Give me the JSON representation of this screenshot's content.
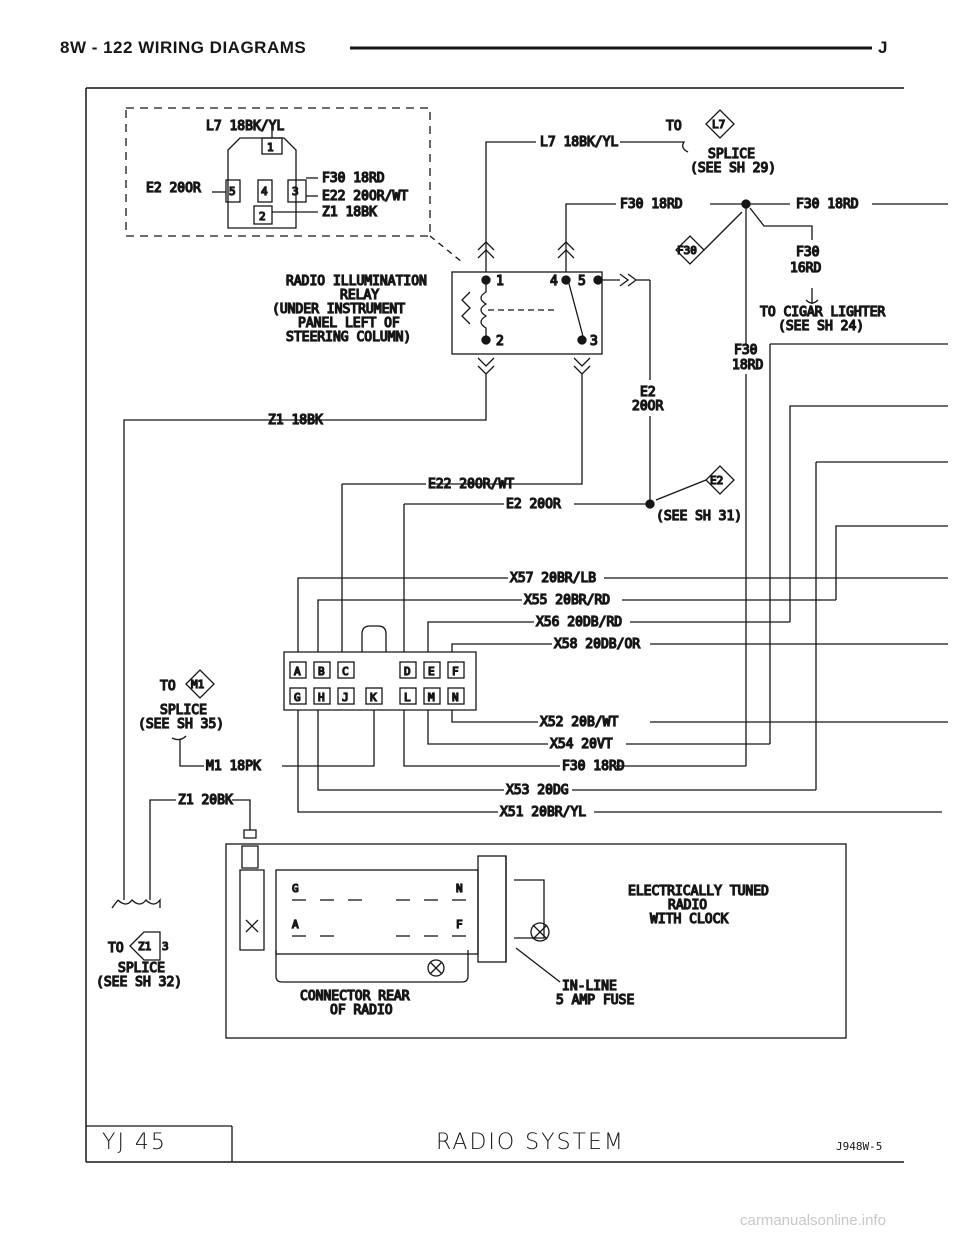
{
  "header": {
    "title": "8W - 122  WIRING DIAGRAMS",
    "right_mark": "J"
  },
  "relay": {
    "inset_wires": {
      "top": "L7 18BK/YL",
      "left": "E2 20OR",
      "f30": "F30 18RD",
      "e22": "E22 20OR/WT",
      "z1": "Z1 18BK"
    },
    "inset_pins": [
      "1",
      "5",
      "4",
      "3",
      "2"
    ],
    "name_lines": [
      "RADIO ILLUMINATION",
      "RELAY",
      "(UNDER INSTRUMENT",
      "PANEL LEFT OF",
      "STEERING COLUMN)"
    ],
    "pins": {
      "p1": "1",
      "p4": "4",
      "p5": "5",
      "p2": "2",
      "p3": "3"
    }
  },
  "splices": {
    "l7_to": "TO",
    "l7_code": "L7",
    "l7_wire": "L7 18BK/YL",
    "l7_splice": "SPLICE",
    "l7_see": "(SEE SH 29)",
    "f30_code": "F30",
    "f30_wire_left": "F30 18RD",
    "f30_wire_right": "F30 18RD",
    "f30_16": "F30",
    "f30_16b": "16RD",
    "cigar": "TO CIGAR LIGHTER",
    "cigar_see": "(SEE SH 24)",
    "f30_18": "F30",
    "f30_18b": "18RD",
    "e2_a": "E2",
    "e2_b": "20OR",
    "e2_code": "E2",
    "e2_see": "(SEE SH 31)",
    "m1_to": "TO",
    "m1_code": "M1",
    "m1_splice": "SPLICE",
    "m1_see": "(SEE SH 35)",
    "z1_to": "TO",
    "z1_code": "Z1",
    "z1_num": "3",
    "z1_splice": "SPLICE",
    "z1_see": "(SEE SH 32)"
  },
  "wires": {
    "z1_18": "Z1 18BK",
    "e22": "E22 20OR/WT",
    "e2": "E2 20OR",
    "x57": "X57 20BR/LB",
    "x55": "X55 20BR/RD",
    "x56": "X56 20DB/RD",
    "x58": "X58 20DB/OR",
    "x52": "X52 20B/WT",
    "x54": "X54 20VT",
    "f30": "F30 18RD",
    "x53": "X53 20DG",
    "x51": "X51 20BR/YL",
    "m1": "M1 18PK",
    "z1_20": "Z1 20BK"
  },
  "connector_pins": [
    "A",
    "B",
    "C",
    "D",
    "E",
    "F",
    "G",
    "H",
    "J",
    "K",
    "L",
    "M",
    "N"
  ],
  "radio": {
    "name_lines": [
      "ELECTRICALLY TUNED",
      "RADIO",
      "WITH CLOCK"
    ],
    "pin_g": "G",
    "pin_n": "N",
    "pin_a": "A",
    "pin_f": "F",
    "connector_rear": "CONNECTOR REAR",
    "of_radio": "OF RADIO",
    "fuse1": "IN-LINE",
    "fuse2": "5 AMP FUSE"
  },
  "footer": {
    "left": "YJ 45",
    "center": "RADIO SYSTEM",
    "code": "J948W-5"
  },
  "watermark": "carmanualsonline.info"
}
